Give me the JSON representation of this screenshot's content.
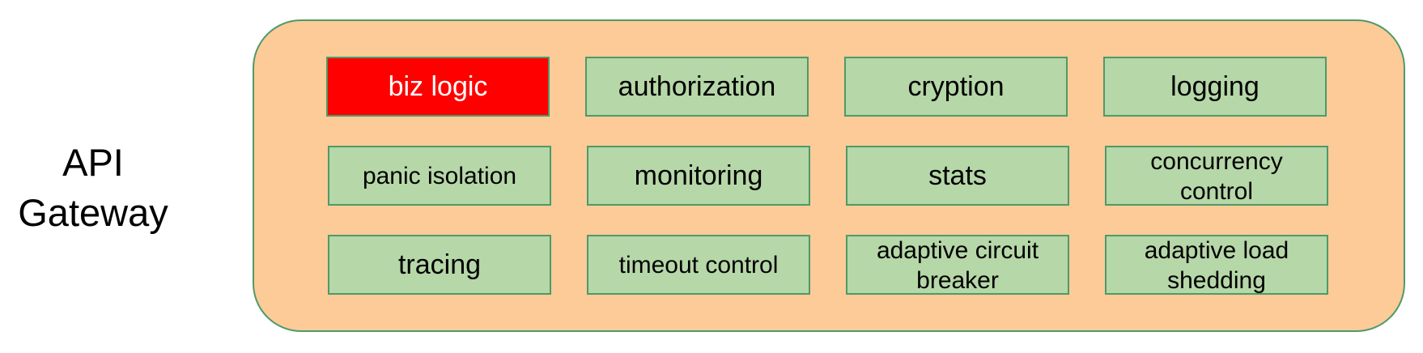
{
  "gateway": {
    "line1": "API",
    "line2": "Gateway"
  },
  "modules": [
    {
      "label": "biz logic",
      "highlight": true
    },
    {
      "label": "authorization",
      "highlight": false
    },
    {
      "label": "cryption",
      "highlight": false
    },
    {
      "label": "logging",
      "highlight": false
    },
    {
      "label": "panic isolation",
      "highlight": false
    },
    {
      "label": "monitoring",
      "highlight": false
    },
    {
      "label": "stats",
      "highlight": false
    },
    {
      "label": "concurrency control",
      "highlight": false
    },
    {
      "label": "tracing",
      "highlight": false
    },
    {
      "label": "timeout control",
      "highlight": false
    },
    {
      "label": "adaptive circuit breaker",
      "highlight": false
    },
    {
      "label": "adaptive load shedding",
      "highlight": false
    }
  ],
  "colors": {
    "container_fill": "#fccb98",
    "container_border": "#4e9a68",
    "module_fill": "#b6d7a8",
    "module_border": "#4e9a68",
    "highlight_fill": "#ff0000",
    "highlight_text": "#ffffff"
  }
}
